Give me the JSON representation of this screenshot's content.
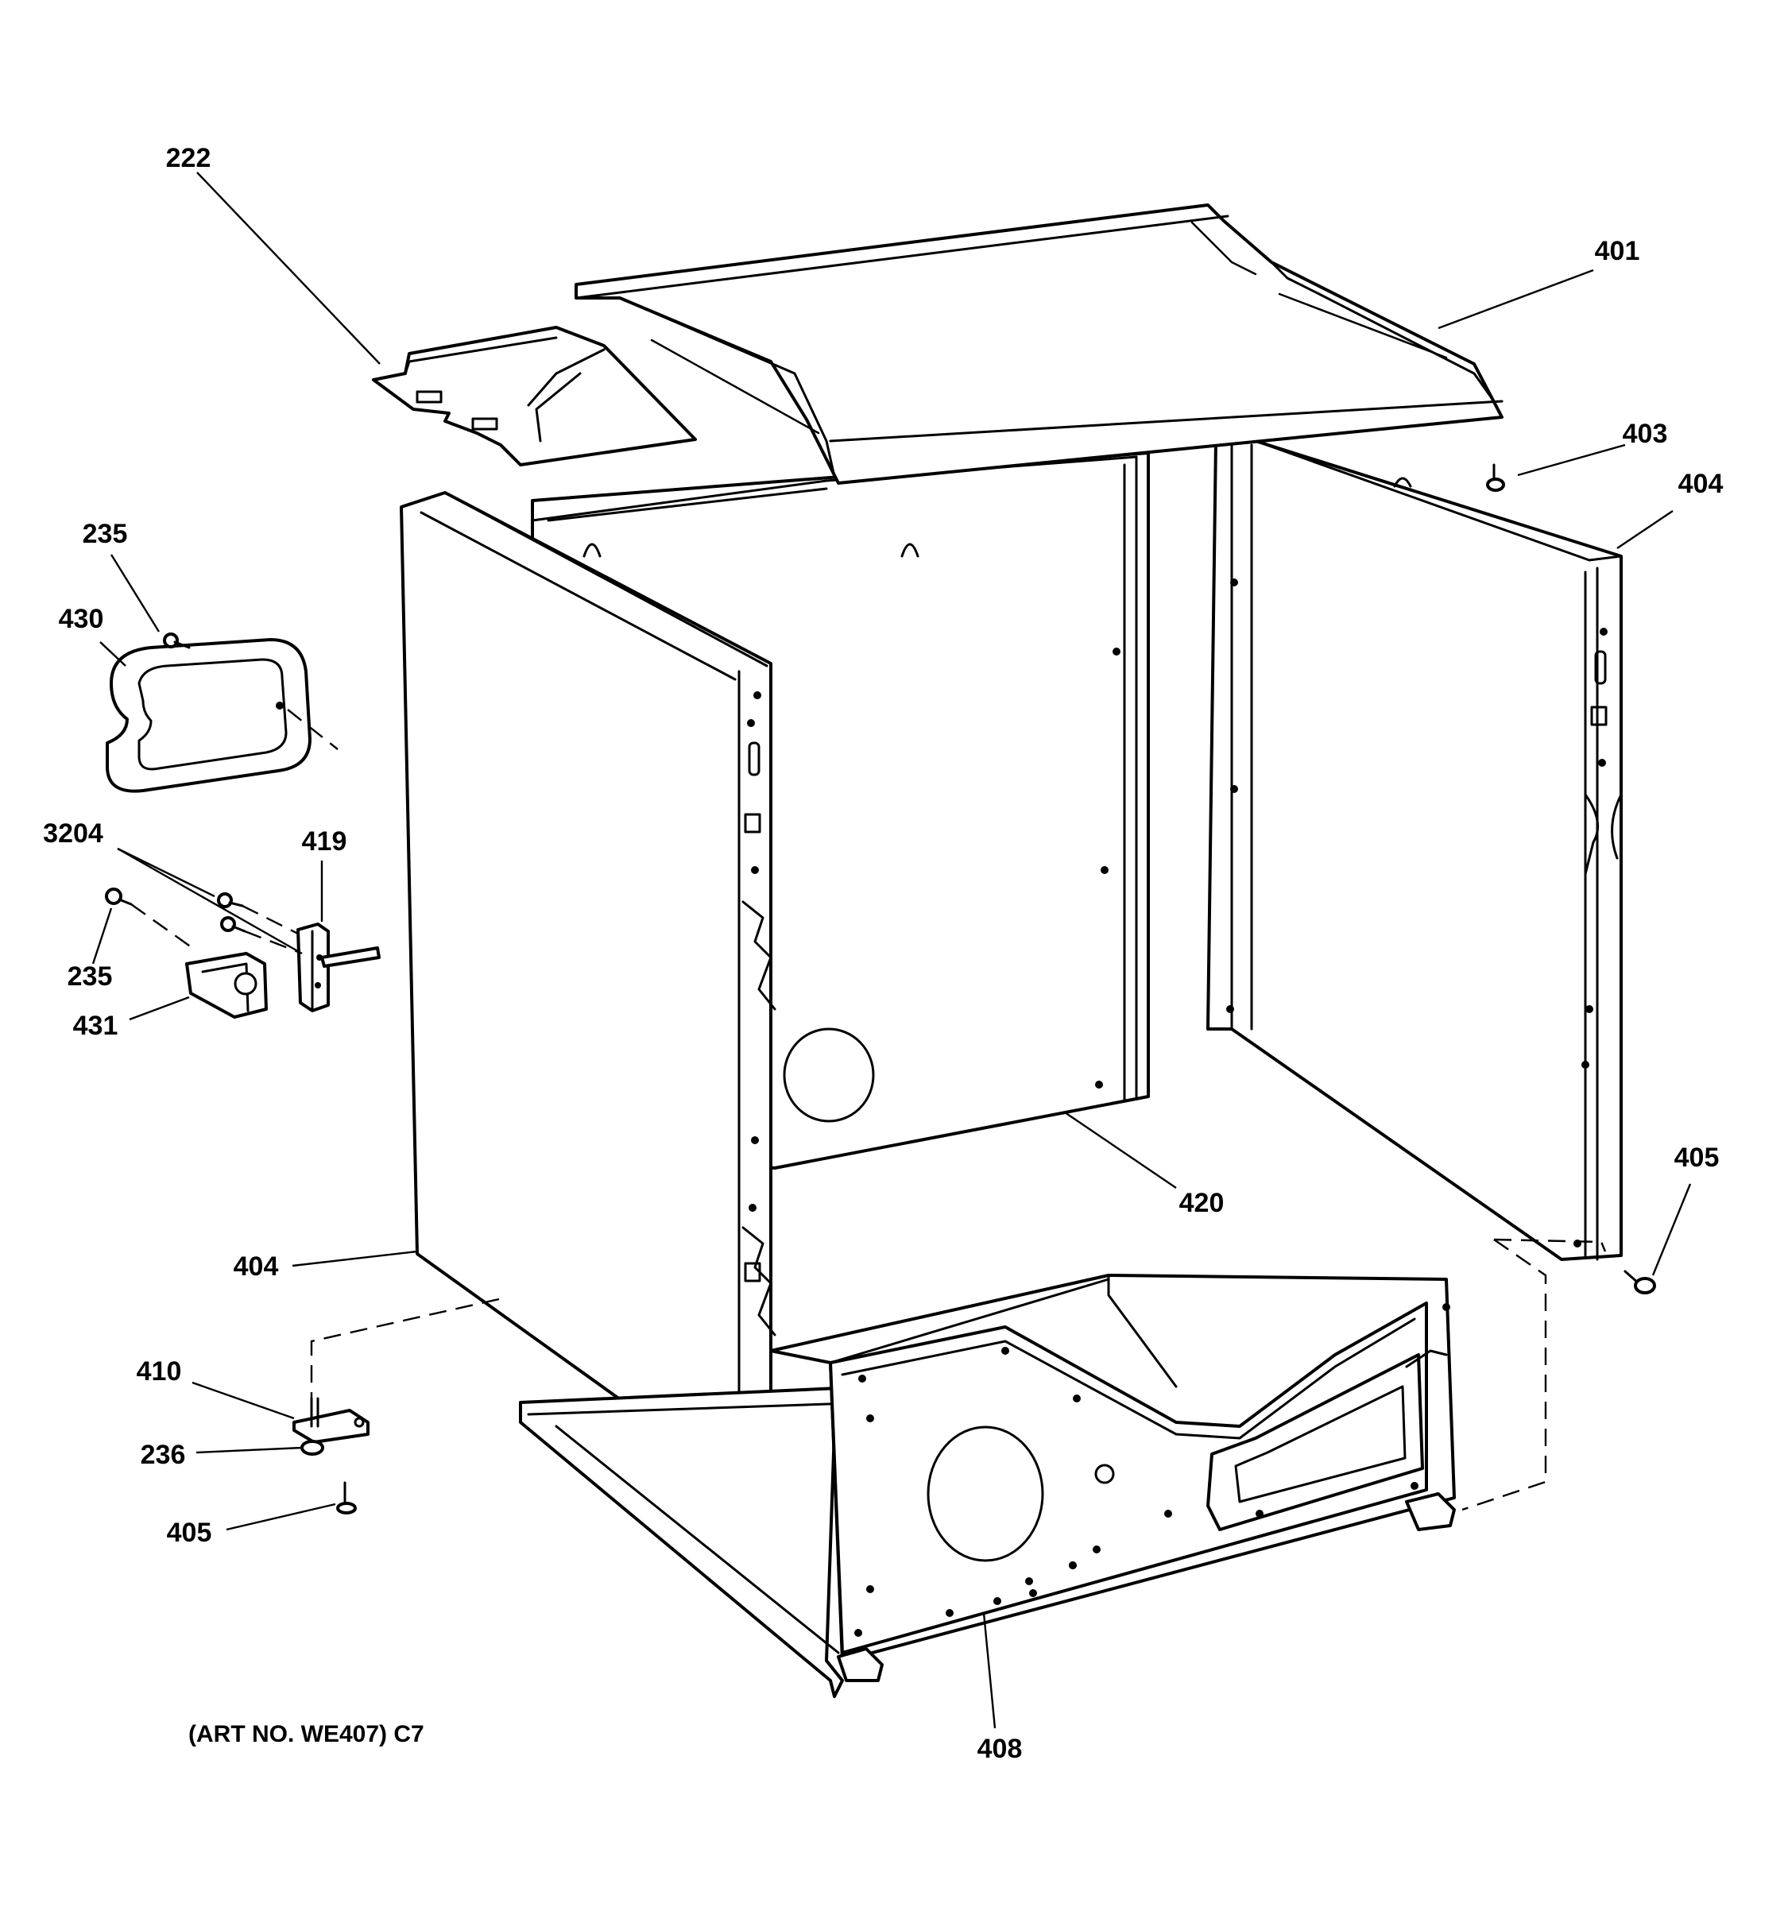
{
  "callouts": {
    "c222": "222",
    "c401": "401",
    "c403": "403",
    "c404_right": "404",
    "c235_top": "235",
    "c430": "430",
    "c3204": "3204",
    "c419": "419",
    "c235_mid": "235",
    "c431": "431",
    "c420": "420",
    "c405_right": "405",
    "c404_left": "404",
    "c410": "410",
    "c236": "236",
    "c405_left": "405",
    "c408": "408"
  },
  "art_number": "(ART NO. WE407) C7"
}
